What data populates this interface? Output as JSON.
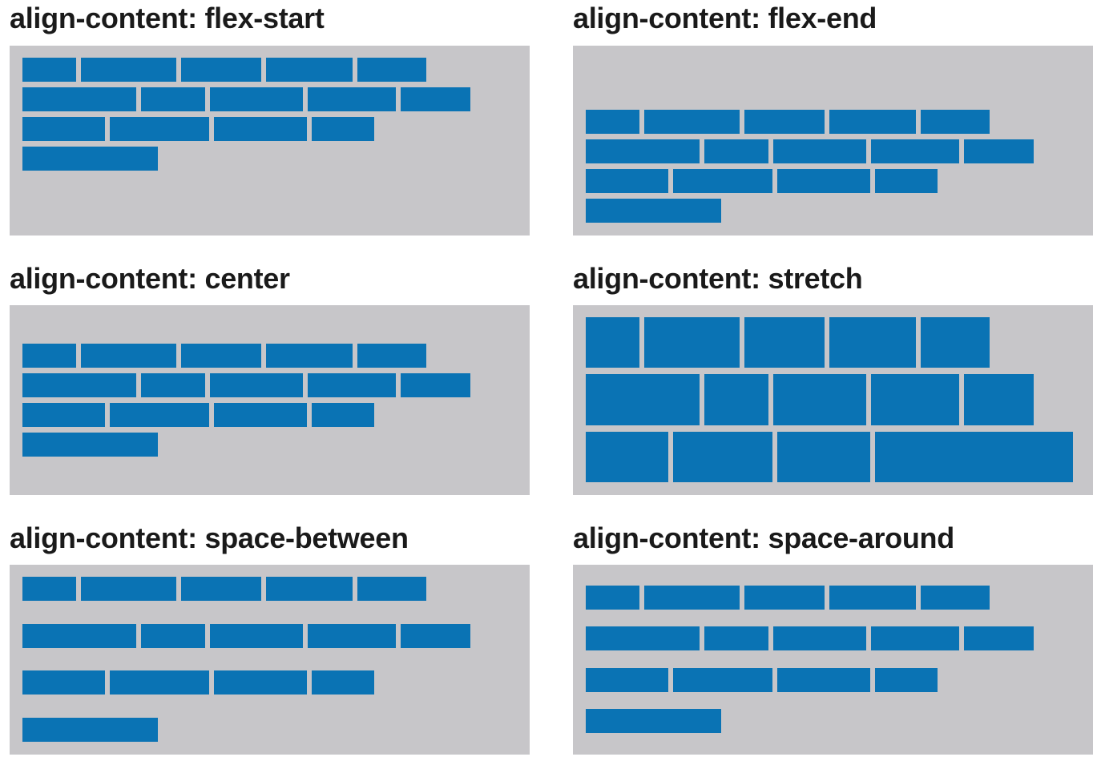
{
  "colors": {
    "background": "#ffffff",
    "container": "#c7c6c9",
    "item": "#0a73b4",
    "title": "#1a1a1a"
  },
  "panels": [
    {
      "title": "align-content: flex-start",
      "value": "flex-start"
    },
    {
      "title": "align-content: flex-end",
      "value": "flex-end"
    },
    {
      "title": "align-content: center",
      "value": "center"
    },
    {
      "title": "align-content: stretch",
      "value": "stretch"
    },
    {
      "title": "align-content: space-between",
      "value": "space-between"
    },
    {
      "title": "align-content: space-around",
      "value": "space-around"
    }
  ],
  "flex_lines": [
    {
      "item_count": 5
    },
    {
      "item_count": 5
    },
    {
      "item_count": 4
    },
    {
      "item_count": 1
    }
  ]
}
